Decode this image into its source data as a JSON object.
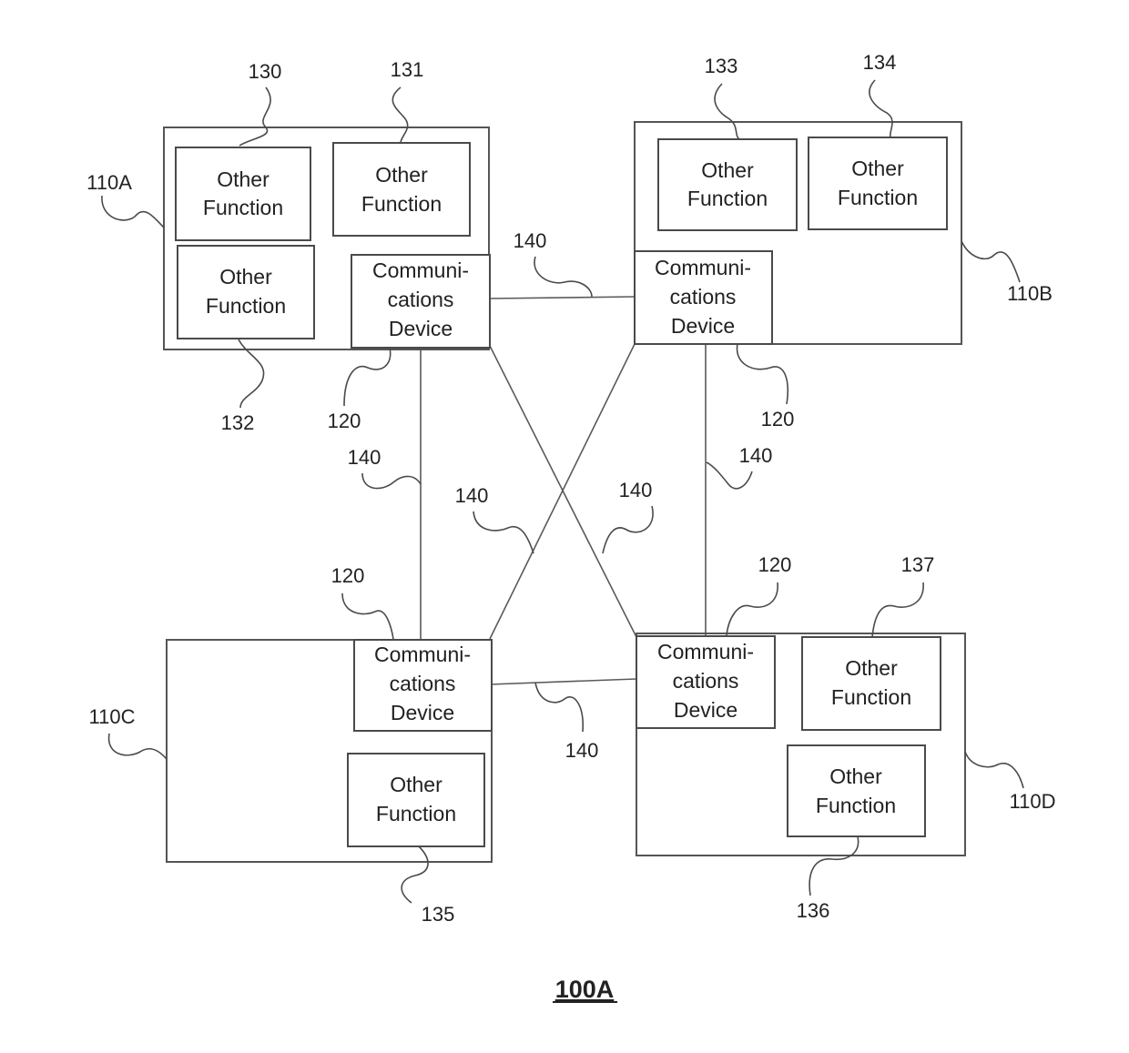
{
  "nodes": [
    {
      "ref": "110A"
    },
    {
      "ref": "110B"
    },
    {
      "ref": "110C"
    },
    {
      "ref": "110D"
    }
  ],
  "labels": {
    "other_function": [
      "Other",
      "Function"
    ],
    "comm_device": [
      "Communi-",
      "cations",
      "Device"
    ]
  },
  "refs": {
    "r130": "130",
    "r131": "131",
    "r132": "132",
    "r133": "133",
    "r134": "134",
    "r135": "135",
    "r136": "136",
    "r137": "137",
    "r120": "120",
    "r140": "140"
  },
  "figure_label": "100A"
}
